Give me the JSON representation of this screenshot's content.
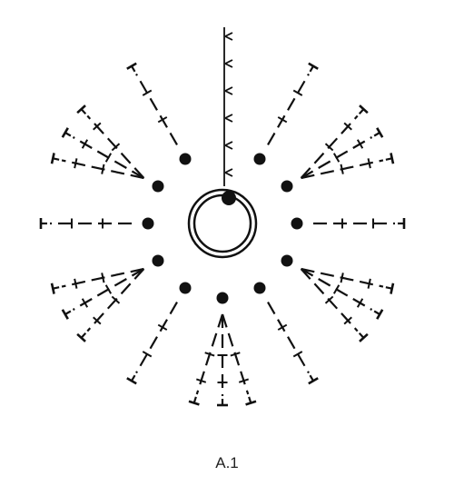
{
  "diagram": {
    "caption": "A.1",
    "ink_color": "#111111",
    "background_color": "#ffffff",
    "rounds": 3,
    "segments": 12,
    "symbols": {
      "center": "magic-ring",
      "start_marker": "slip-stitch-dot",
      "round_1": "slip-stitch-dot",
      "round_2": "treble-crochet-with-crossbars",
      "round_3": "double-crochet-fan-with-t-tops",
      "first_segment_chain": "chain-arrowheads"
    }
  }
}
